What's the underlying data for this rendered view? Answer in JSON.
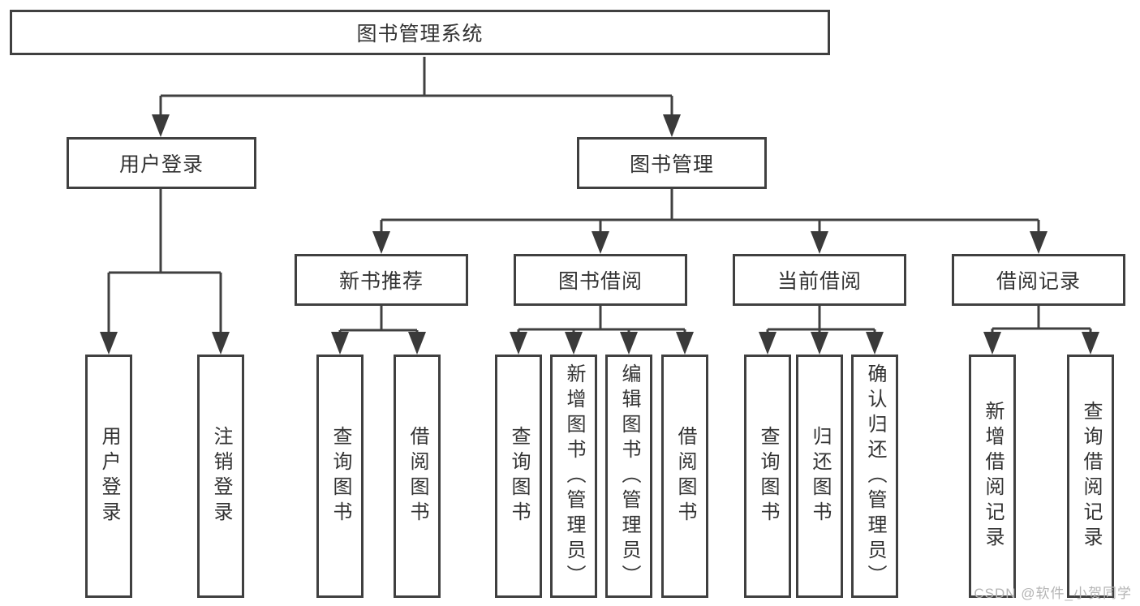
{
  "colors": {
    "line": "#404040",
    "box_border": "#404040",
    "text": "#333333",
    "background": "#ffffff",
    "watermark": "#b4b4b4"
  },
  "watermark": {
    "text": "CSDN @软件_小贺同学"
  },
  "tree": {
    "root": {
      "label": "图书管理系统",
      "children": [
        {
          "label": "用户登录",
          "children": [
            {
              "label": "用户登录"
            },
            {
              "label": "注销登录"
            }
          ]
        },
        {
          "label": "图书管理",
          "children": [
            {
              "label": "新书推荐",
              "children": [
                {
                  "label": "查询图书"
                },
                {
                  "label": "借阅图书"
                }
              ]
            },
            {
              "label": "图书借阅",
              "children": [
                {
                  "label": "查询图书"
                },
                {
                  "label": "新增图书（管理员）"
                },
                {
                  "label": "编辑图书（管理员）"
                },
                {
                  "label": "借阅图书"
                }
              ]
            },
            {
              "label": "当前借阅",
              "children": [
                {
                  "label": "查询图书"
                },
                {
                  "label": "归还图书"
                },
                {
                  "label": "确认归还（管理员）"
                }
              ]
            },
            {
              "label": "借阅记录",
              "children": [
                {
                  "label": "新增借阅记录"
                },
                {
                  "label": "查询借阅记录"
                }
              ]
            }
          ]
        }
      ]
    }
  }
}
